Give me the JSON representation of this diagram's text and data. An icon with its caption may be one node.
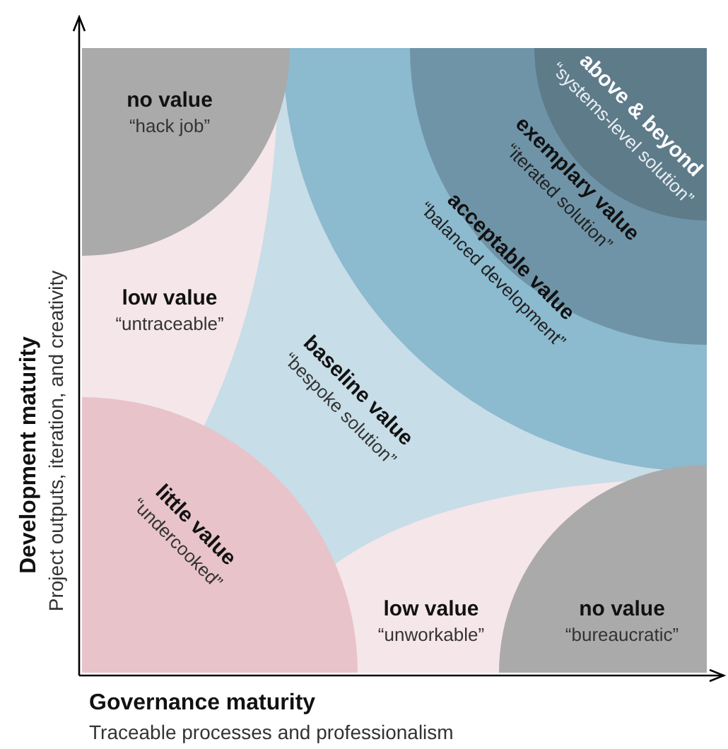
{
  "diagram": {
    "nodes": [
      {
        "text": [
          "no value",
          "“hack job”"
        ]
      },
      {
        "text": [
          "low value",
          "“untraceable”"
        ]
      },
      {
        "text": [
          "baseline value",
          "“bespoke solution”"
        ]
      },
      {
        "text": [
          "acceptable value",
          "“balanced development”"
        ]
      },
      {
        "text": [
          "exemplary value",
          "“iterated solution”"
        ]
      },
      {
        "text": [
          "above & beyond",
          "“systems-level solution”"
        ]
      },
      {
        "text": [
          "little value",
          "“undercooked”"
        ]
      },
      {
        "text": [
          "low value",
          "“unworkable”"
        ]
      },
      {
        "text": [
          "no value",
          "“bureaucratic”"
        ]
      }
    ],
    "labels": [
      "Development maturity",
      "Project outputs, iteration, and creativity",
      "Governance maturity",
      "Traceable processes and professionalism"
    ]
  }
}
